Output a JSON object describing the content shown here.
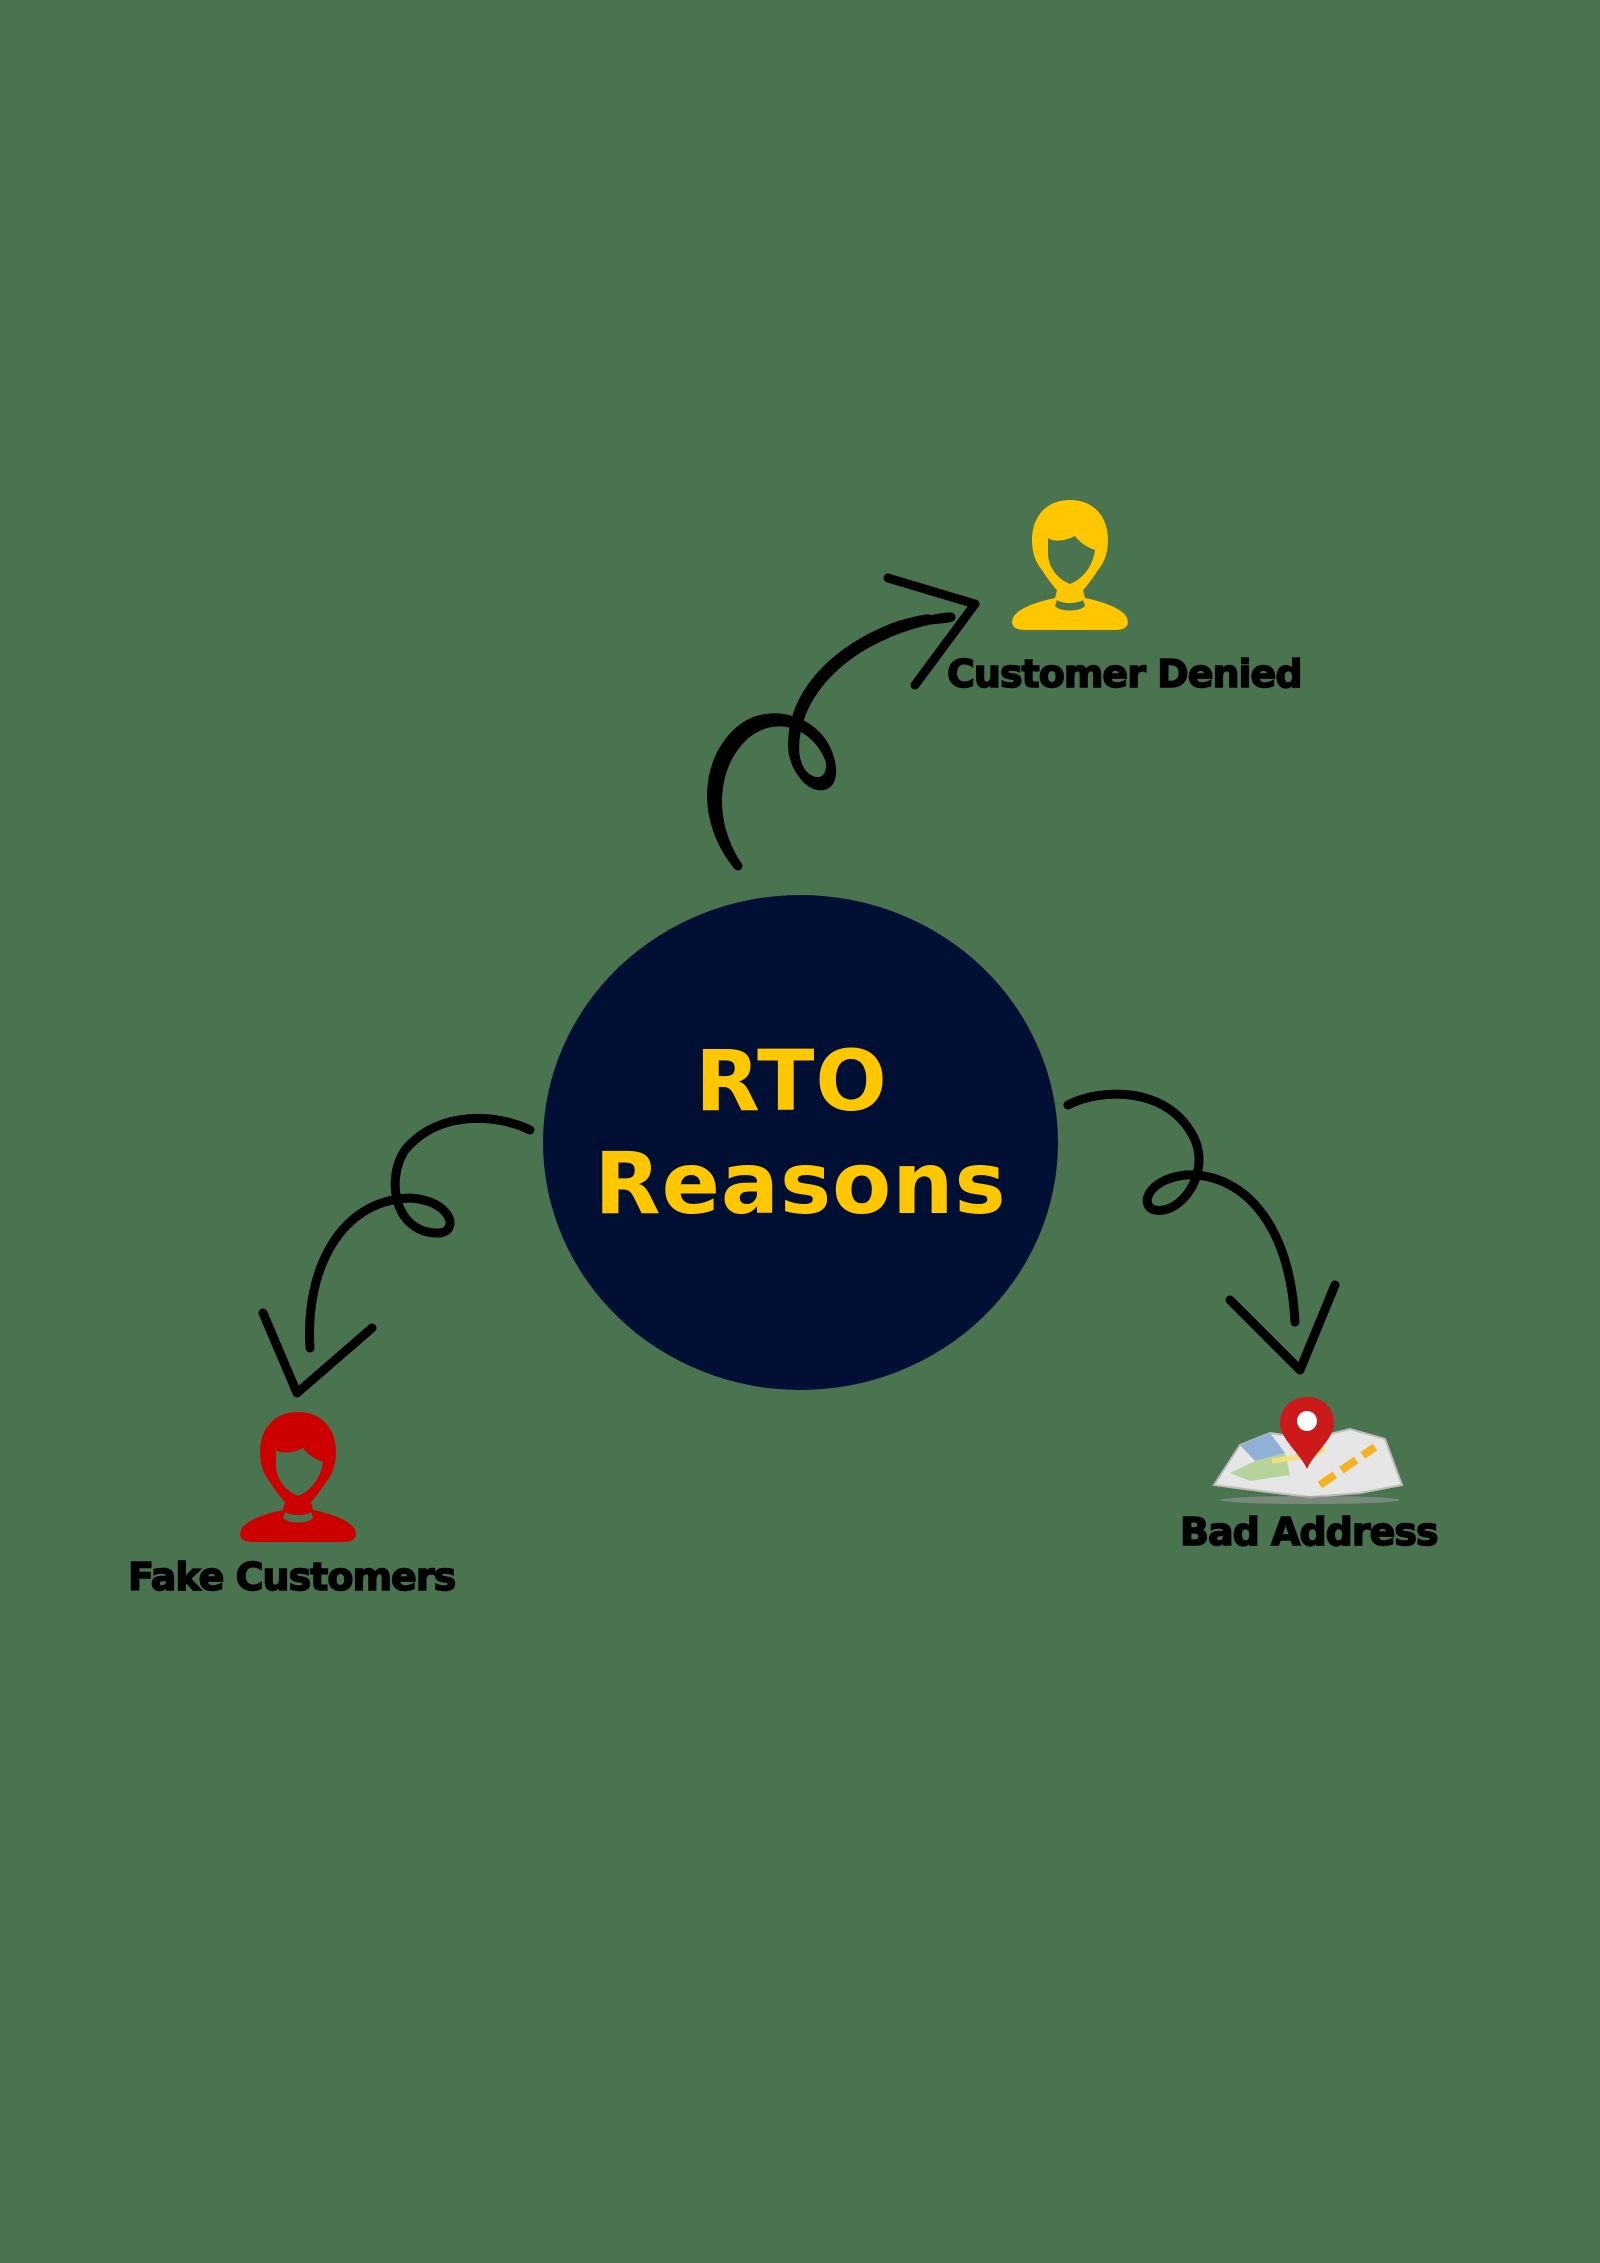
{
  "diagram": {
    "title_line1": "RTO",
    "title_line2": "Reasons",
    "background_color": "#4a7350",
    "hub_color": "#010f35",
    "title_color": "#ffc700",
    "nodes": [
      {
        "label": "Customer Denied",
        "icon": "person-icon",
        "icon_color": "#ffc700",
        "position": "top-right"
      },
      {
        "label": "Bad Address",
        "icon": "map-pin-icon",
        "icon_color": "#cc1a1a",
        "position": "bottom-right"
      },
      {
        "label": "Fake Customers",
        "icon": "person-icon",
        "icon_color": "#cc0000",
        "position": "bottom-left"
      }
    ]
  }
}
